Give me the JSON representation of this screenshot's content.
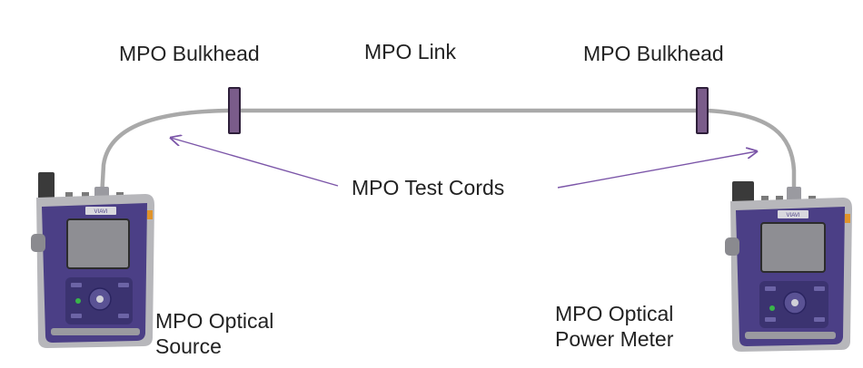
{
  "labels": {
    "bulkhead_left": "MPO Bulkhead",
    "link": "MPO Link",
    "bulkhead_right": "MPO Bulkhead",
    "test_cords": "MPO Test Cords",
    "source_line1": "MPO Optical",
    "source_line2": "Source",
    "meter_line1": "MPO Optical",
    "meter_line2": "Power Meter"
  },
  "devices": {
    "left": {
      "brand": "VIAVI"
    },
    "right": {
      "brand": "VIAVI"
    }
  },
  "colors": {
    "cable": "#a9a9a9",
    "bulkhead_fill": "#7a5c8a",
    "bulkhead_stroke": "#2e1f3a",
    "arrow": "#7b55a8",
    "device_body": "#4b3f86",
    "device_frame": "#b7b7bb",
    "device_screen": "#8e8e93",
    "device_accent": "#e0932a",
    "led": "#39b54a"
  }
}
